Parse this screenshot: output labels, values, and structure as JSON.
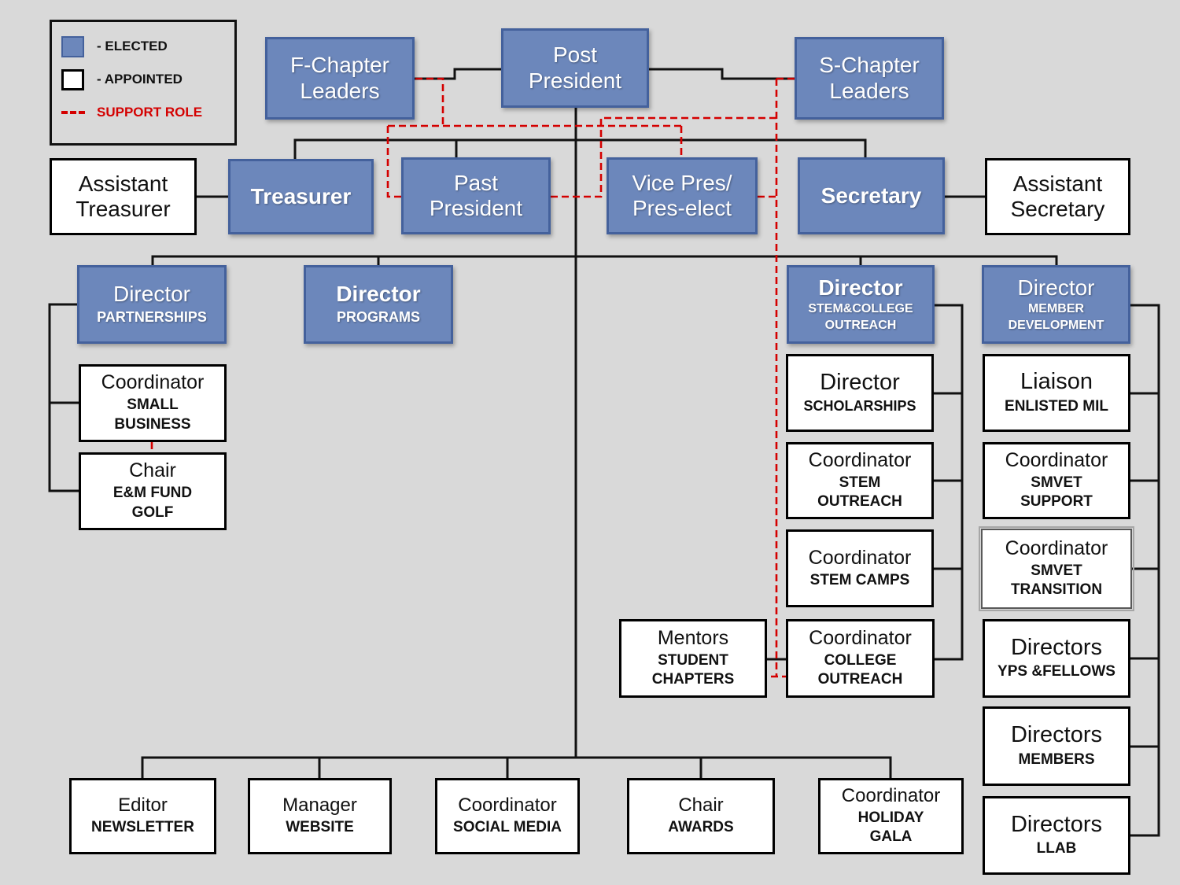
{
  "legend": {
    "elected": "- ELECTED",
    "appointed": "- APPOINTED",
    "support": "SUPPORT ROLE"
  },
  "colors": {
    "background": "#d9d9d9",
    "elected_fill": "#6c87bb",
    "elected_border": "#44619c",
    "appointed_fill": "#ffffff",
    "appointed_border": "#000000",
    "support_line": "#d40000",
    "connector_line": "#111111"
  },
  "boxes": {
    "f_chapter": {
      "title": "F-Chapter\nLeaders",
      "type": "elected"
    },
    "post_president": {
      "title": "Post\nPresident",
      "type": "elected"
    },
    "s_chapter": {
      "title": "S-Chapter\nLeaders",
      "type": "elected"
    },
    "asst_treasurer": {
      "title": "Assistant\nTreasurer",
      "type": "appointed"
    },
    "treasurer": {
      "title": "Treasurer",
      "type": "elected"
    },
    "past_president": {
      "title": "Past\nPresident",
      "type": "elected"
    },
    "vice_pres": {
      "title": "Vice Pres/\nPres-elect",
      "type": "elected"
    },
    "secretary": {
      "title": "Secretary",
      "type": "elected"
    },
    "asst_secretary": {
      "title": "Assistant\nSecretary",
      "type": "appointed"
    },
    "dir_partnerships": {
      "title": "Director",
      "subtitle": "PARTNERSHIPS",
      "type": "elected"
    },
    "dir_programs": {
      "title": "Director",
      "subtitle": "PROGRAMS",
      "type": "elected"
    },
    "dir_stem_college": {
      "title": "Director",
      "subtitle": "STEM&COLLEGE\nOUTREACH",
      "type": "elected"
    },
    "dir_member_dev": {
      "title": "Director",
      "subtitle": "MEMBER\nDEVELOPMENT",
      "type": "elected"
    },
    "coord_small_business": {
      "title": "Coordinator",
      "subtitle": "SMALL\nBUSINESS",
      "type": "appointed"
    },
    "chair_em_fund": {
      "title": "Chair",
      "subtitle": "E&M FUND\nGOLF",
      "type": "appointed"
    },
    "dir_scholarships": {
      "title": "Director",
      "subtitle": "SCHOLARSHIPS",
      "type": "appointed"
    },
    "coord_stem_outreach": {
      "title": "Coordinator",
      "subtitle": "STEM\nOUTREACH",
      "type": "appointed"
    },
    "coord_stem_camps": {
      "title": "Coordinator",
      "subtitle": "STEM CAMPS",
      "type": "appointed"
    },
    "coord_college_outreach": {
      "title": "Coordinator",
      "subtitle": "COLLEGE\nOUTREACH",
      "type": "appointed"
    },
    "mentors_student_chapters": {
      "title": "Mentors",
      "subtitle": "STUDENT\nCHAPTERS",
      "type": "appointed"
    },
    "liaison_enlisted": {
      "title": "Liaison",
      "subtitle": "ENLISTED MIL",
      "type": "appointed"
    },
    "coord_smvet_support": {
      "title": "Coordinator",
      "subtitle": "SMVET\nSUPPORT",
      "type": "appointed"
    },
    "coord_smvet_transition": {
      "title": "Coordinator",
      "subtitle": "SMVET\nTRANSITION",
      "type": "appointed"
    },
    "dirs_yps_fellows": {
      "title": "Directors",
      "subtitle": "YPS &FELLOWS",
      "type": "appointed"
    },
    "dirs_members": {
      "title": "Directors",
      "subtitle": "MEMBERS",
      "type": "appointed"
    },
    "dirs_llab": {
      "title": "Directors",
      "subtitle": "LLAB",
      "type": "appointed"
    },
    "editor_newsletter": {
      "title": "Editor",
      "subtitle": "NEWSLETTER",
      "type": "appointed"
    },
    "manager_website": {
      "title": "Manager",
      "subtitle": "WEBSITE",
      "type": "appointed"
    },
    "coord_social_media": {
      "title": "Coordinator",
      "subtitle": "SOCIAL MEDIA",
      "type": "appointed"
    },
    "chair_awards": {
      "title": "Chair",
      "subtitle": "AWARDS",
      "type": "appointed"
    },
    "coord_holiday_gala": {
      "title": "Coordinator",
      "subtitle": "HOLIDAY\nGALA",
      "type": "appointed"
    }
  }
}
